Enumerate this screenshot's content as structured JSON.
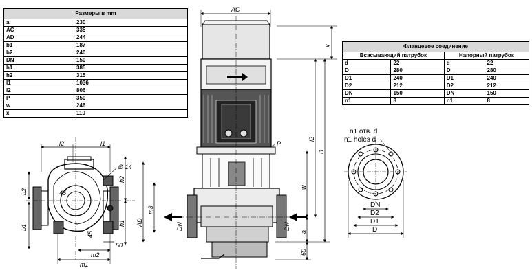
{
  "dimensions_table": {
    "title": "Размеры в mm",
    "rows": [
      {
        "key": "a",
        "value": "230"
      },
      {
        "key": "AC",
        "value": "335"
      },
      {
        "key": "AD",
        "value": "244"
      },
      {
        "key": "b1",
        "value": "187"
      },
      {
        "key": "b2",
        "value": "240"
      },
      {
        "key": "DN",
        "value": "150"
      },
      {
        "key": "h1",
        "value": "385"
      },
      {
        "key": "h2",
        "value": "315"
      },
      {
        "key": "l1",
        "value": "1036"
      },
      {
        "key": "l2",
        "value": "806"
      },
      {
        "key": "P",
        "value": "350"
      },
      {
        "key": "w",
        "value": "246"
      },
      {
        "key": "x",
        "value": "110"
      }
    ]
  },
  "flange_table": {
    "title": "Фланцевое соединение",
    "suction_header": "Всасывающий патрубок",
    "discharge_header": "Напорный патрубок",
    "rows": [
      {
        "k1": "d",
        "v1": "22",
        "k2": "d",
        "v2": "22"
      },
      {
        "k1": "D",
        "v1": "280",
        "k2": "D",
        "v2": "280"
      },
      {
        "k1": "D1",
        "v1": "240",
        "k2": "D1",
        "v2": "240"
      },
      {
        "k1": "D2",
        "v1": "212",
        "k2": "D2",
        "v2": "212"
      },
      {
        "k1": "DN",
        "v1": "150",
        "k2": "DN",
        "v2": "150"
      },
      {
        "k1": "n1",
        "v1": "8",
        "k2": "n1",
        "v2": "8"
      }
    ]
  },
  "drawing_labels": {
    "top_view": {
      "l2": "l2",
      "l1": "l1",
      "dia": "Ø 14",
      "deg45": "45",
      "deg45b": "45",
      "b2": "b2",
      "b1": "b1",
      "h2": "h2",
      "h1": "h1",
      "AD": "AD",
      "m3": "m3",
      "m2": "m2",
      "m1": "m1",
      "d50": "50"
    },
    "front_view": {
      "AC": "AC",
      "X": "X",
      "P": "P",
      "l2": "l2",
      "l1": "l1",
      "w": "w",
      "a": "a",
      "d60": "60",
      "DN_left": "DN",
      "DN_right": "DN"
    },
    "flange_view": {
      "holes_ru": "n1 отв. d",
      "holes_en": "n1 holes d",
      "DN": "DN",
      "D2": "D2",
      "D1": "D1",
      "D": "D"
    }
  },
  "colors": {
    "header_bg": "#d9d9d9",
    "motor_hood": "#e6e6e6",
    "body_dark": "#333333",
    "arrow": "#000000"
  }
}
